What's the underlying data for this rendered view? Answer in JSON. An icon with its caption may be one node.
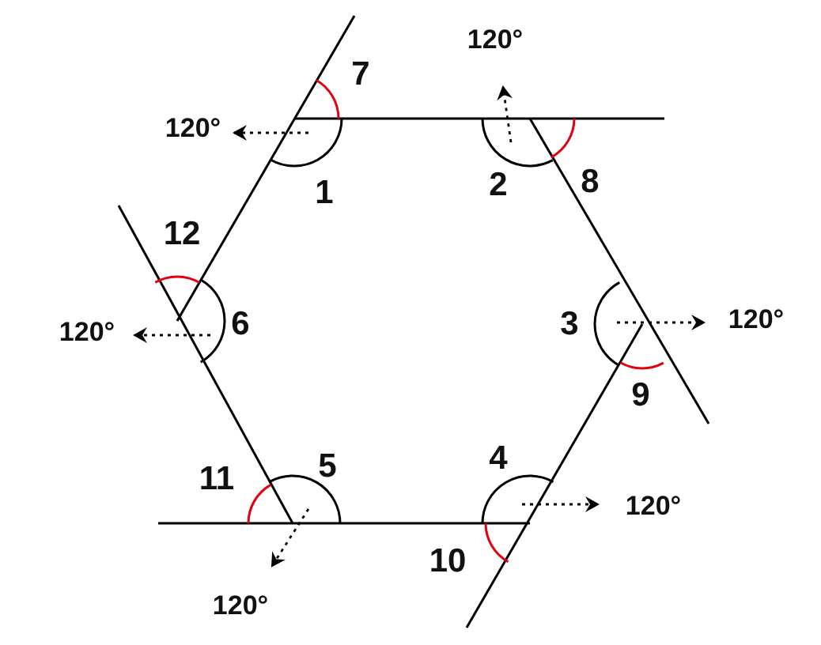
{
  "diagram": {
    "labels": [
      "7",
      "120°",
      "120°",
      "1",
      "2",
      "8",
      "12",
      "120°",
      "6",
      "3",
      "120°",
      "9",
      "11",
      "5",
      "4",
      "120°",
      "10",
      "120°"
    ]
  }
}
